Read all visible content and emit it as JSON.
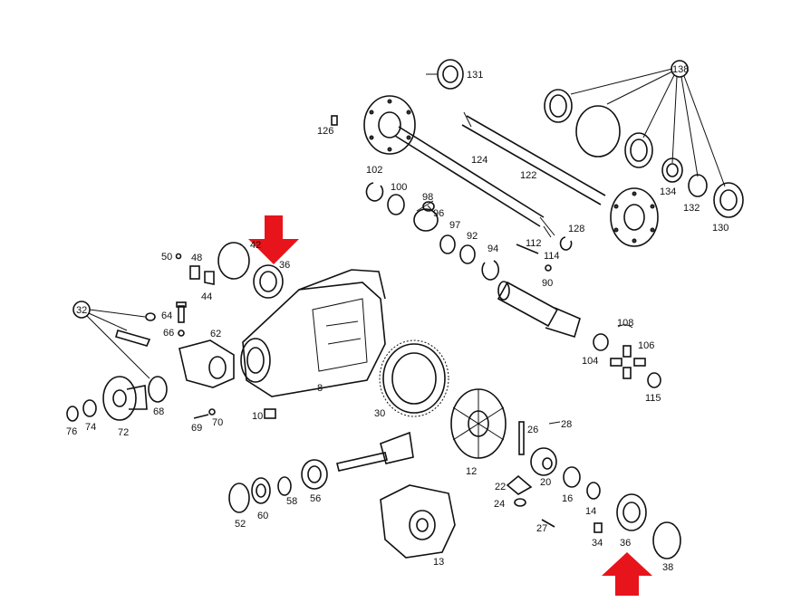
{
  "labels": {
    "l131": "131",
    "l138": "138",
    "l126": "126",
    "l124": "124",
    "l122": "122",
    "l102": "102",
    "l100": "100",
    "l98": "98",
    "l96": "96",
    "l97": "97",
    "l92": "92",
    "l94": "94",
    "l112": "112",
    "l114": "114",
    "l128": "128",
    "l134": "134",
    "l132": "132",
    "l130": "130",
    "l42": "42",
    "l36a": "36",
    "l50": "50",
    "l48": "48",
    "l44": "44",
    "l90": "90",
    "l32": "32",
    "l64": "64",
    "l66": "66",
    "l62": "62",
    "l108": "108",
    "l106": "106",
    "l104": "104",
    "l115": "115",
    "l8": "8",
    "l68": "68",
    "l76": "76",
    "l74": "74",
    "l72": "72",
    "l69": "69",
    "l70": "70",
    "l10": "10",
    "l30": "30",
    "l26": "26",
    "l28": "28",
    "l12": "12",
    "l22": "22",
    "l20": "20",
    "l16": "16",
    "l14": "14",
    "l24": "24",
    "l52": "52",
    "l60": "60",
    "l58": "58",
    "l56": "56",
    "l27": "27",
    "l34": "34",
    "l36b": "36",
    "l38": "38",
    "l13": "13"
  },
  "colors": {
    "arrow": "#e8141b",
    "ink": "#111111"
  }
}
